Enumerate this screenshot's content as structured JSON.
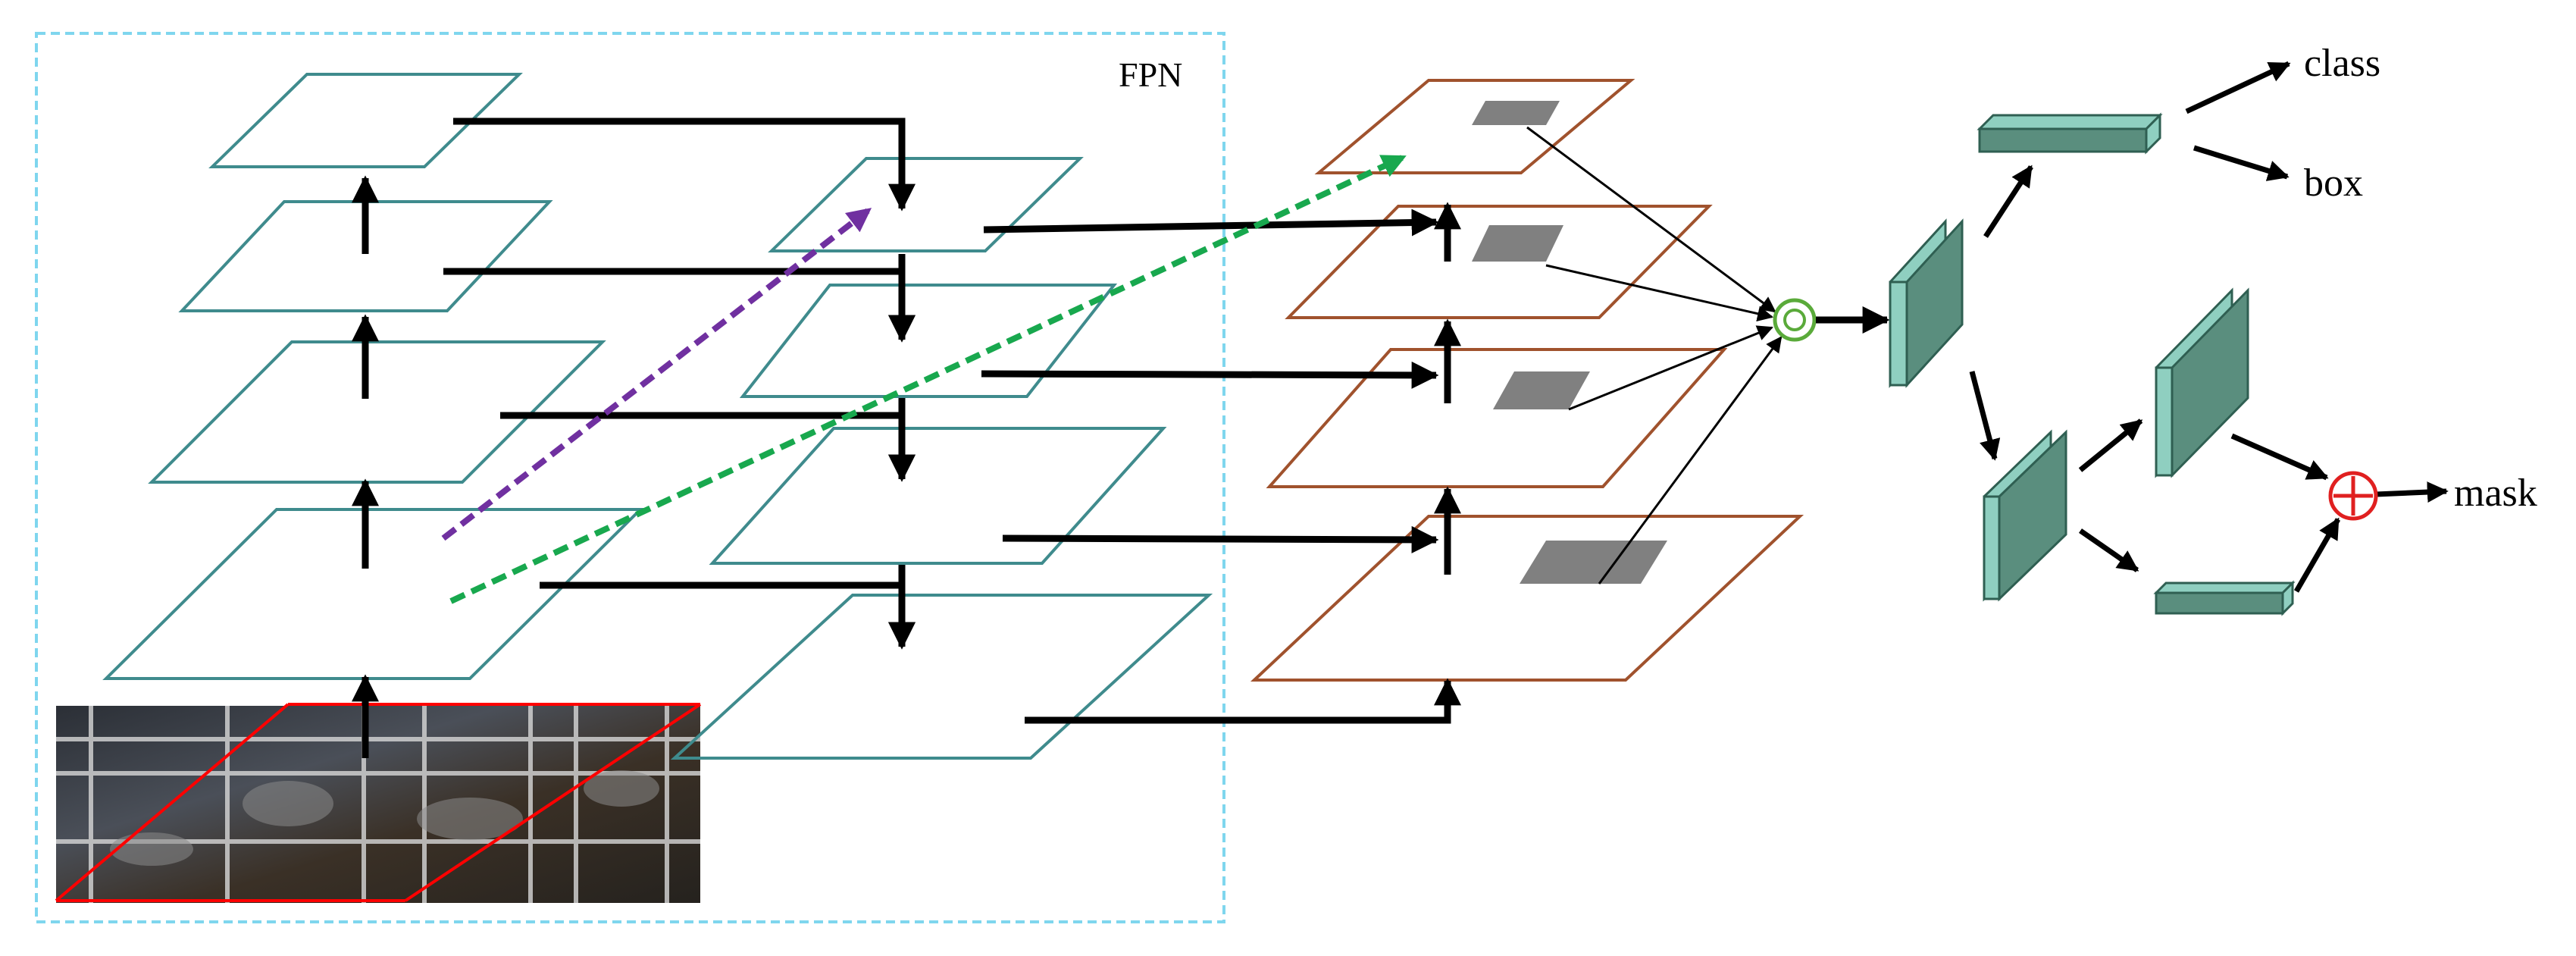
{
  "labels": {
    "fpn": "FPN",
    "class": "class",
    "box": "box",
    "mask": "mask"
  },
  "colors": {
    "fpn_box_border": "#7fd6ee",
    "pyramid_plane": "#3f8b8d",
    "roi_plane": "#a0522d",
    "roi_patch": "#808080",
    "teal_fill": "#5a8e7e",
    "teal_light": "#8fcfc0",
    "purple_path": "#7030a0",
    "green_path": "#18a84e",
    "align_node": "#5aaa3a",
    "add_node": "#e02020",
    "image_outline": "#ff0000"
  },
  "icons": {
    "align_node": "concentric-circle-icon",
    "add_node": "circle-plus-icon"
  }
}
